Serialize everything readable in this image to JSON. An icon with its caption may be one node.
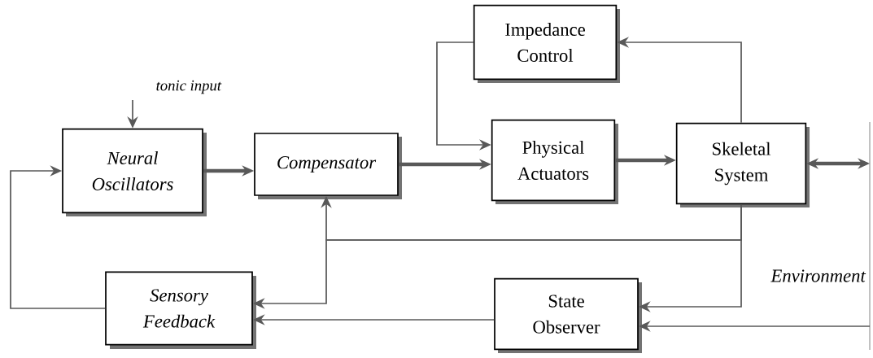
{
  "diagram": {
    "nodes": [
      {
        "text": [
          "Neural Oscillators"
        ]
      },
      {
        "text": [
          "Compensator"
        ]
      },
      {
        "text": [
          "Impedance Control"
        ]
      },
      {
        "text": [
          "Physical Actuators"
        ]
      },
      {
        "text": [
          "Skeletal System"
        ]
      },
      {
        "text": [
          "Sensory Feedback"
        ]
      },
      {
        "text": [
          "State Observer"
        ]
      },
      {
        "text": [
          "Environment"
        ]
      }
    ],
    "edges": [
      {
        "from": null,
        "to": 0,
        "arrow": "to",
        "label": "tonic input"
      },
      {
        "from": 0,
        "to": 1,
        "arrow": "to",
        "style": "thick"
      },
      {
        "from": 1,
        "to": 3,
        "arrow": "to",
        "style": "thick"
      },
      {
        "from": 2,
        "to": 3,
        "arrow": "to"
      },
      {
        "from": 3,
        "to": 4,
        "arrow": "to",
        "style": "thick"
      },
      {
        "from": 4,
        "to": 2,
        "arrow": "to"
      },
      {
        "from": 4,
        "to": 7,
        "arrow": "both",
        "style": "thick"
      },
      {
        "from": 4,
        "to": 1,
        "arrow": "to"
      },
      {
        "from": 4,
        "to": 5,
        "arrow": "to"
      },
      {
        "from": 4,
        "to": 6,
        "arrow": "to"
      },
      {
        "from": 7,
        "to": 6,
        "arrow": "to"
      },
      {
        "from": 6,
        "to": 5,
        "arrow": "to"
      },
      {
        "from": 5,
        "to": 0,
        "arrow": "to"
      }
    ]
  }
}
